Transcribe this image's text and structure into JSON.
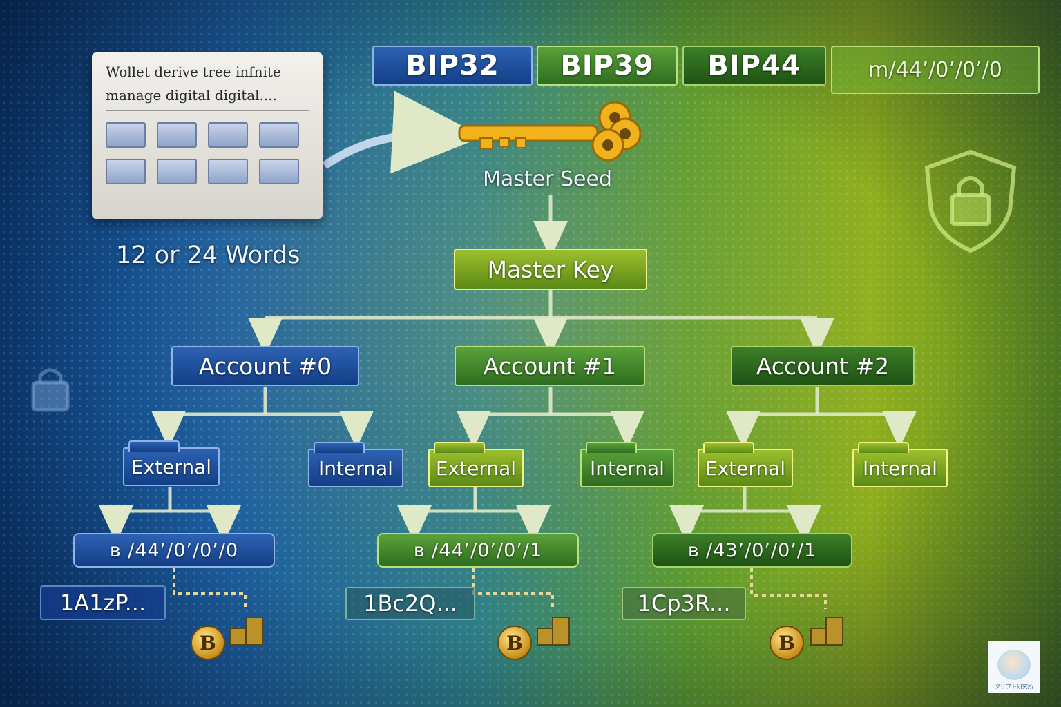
{
  "standards": [
    "BIP32",
    "BIP39",
    "BIP44"
  ],
  "root_path": "m/44’/0’/0’/0",
  "note_lines": [
    "Wollet derive  tree infnite",
    "manage digital  digital...."
  ],
  "seed_words_label": "12 or 24 Words",
  "master_seed_label": "Master Seed",
  "master_key_label": "Master Key",
  "accounts": [
    {
      "label": "Account #0",
      "external": "External",
      "internal": "Internal",
      "path": "ʙ /44’/0’/0’/0",
      "address": "1A1zP..."
    },
    {
      "label": "Account #1",
      "external": "External",
      "internal": "Internal",
      "path": "ʙ /44’/0’/0’/1",
      "address": "1Bc2Q..."
    },
    {
      "label": "Account #2",
      "external": "External",
      "internal": "Internal",
      "path": "ʙ /43’/0’/0’/1",
      "address": "1Cp3R..."
    }
  ],
  "coin_symbol": "B",
  "badge_text": "クリプト研究所",
  "colors": {
    "key_gold": "#f2b21c",
    "connector": "#dfe9c8"
  }
}
